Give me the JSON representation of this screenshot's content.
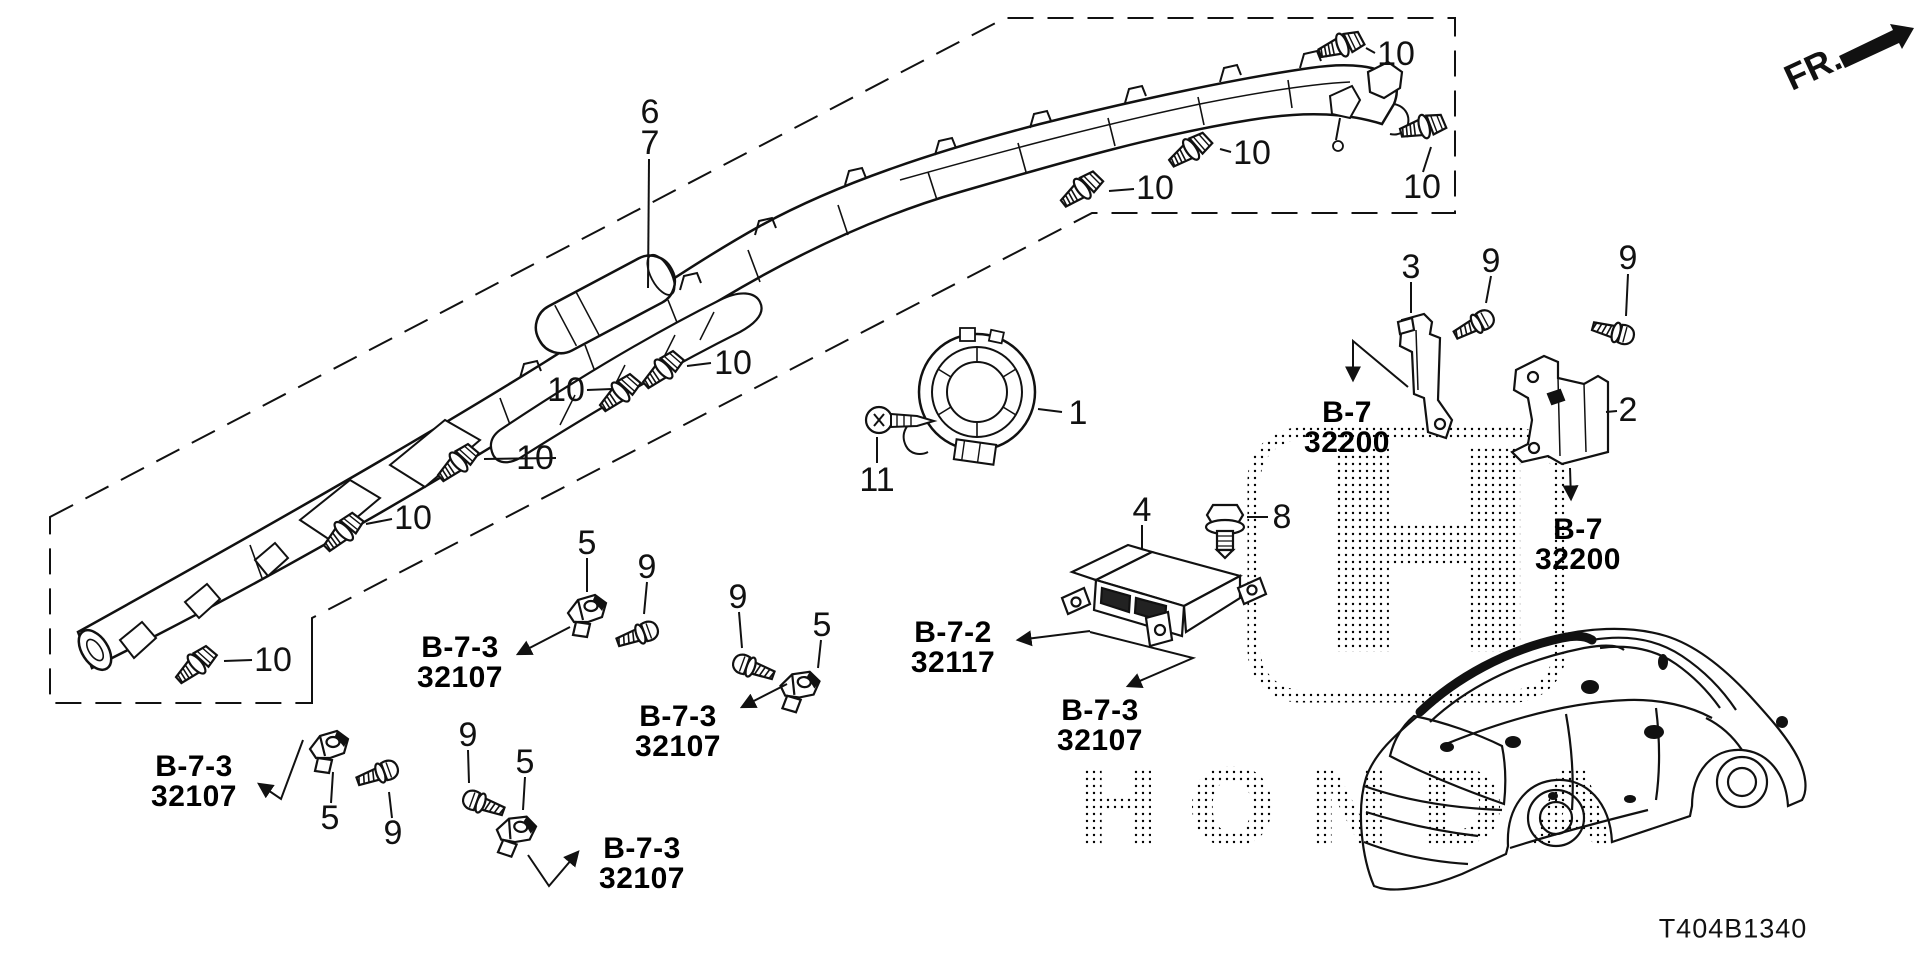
{
  "diagram": {
    "fr_indicator": "FR.",
    "diagram_code": "T404B1340",
    "watermark": {
      "logo_letter": "H",
      "wordmark": "HONDA"
    },
    "callouts": [
      {
        "n": "6"
      },
      {
        "n": "7"
      },
      {
        "n": "1"
      },
      {
        "n": "11"
      },
      {
        "n": "2"
      },
      {
        "n": "3"
      },
      {
        "n": "4"
      },
      {
        "n": "8"
      },
      {
        "n": "9"
      },
      {
        "n": "9"
      },
      {
        "n": "9"
      },
      {
        "n": "9"
      },
      {
        "n": "9"
      },
      {
        "n": "9"
      },
      {
        "n": "5"
      },
      {
        "n": "5"
      },
      {
        "n": "5"
      },
      {
        "n": "5"
      },
      {
        "n": "10"
      },
      {
        "n": "10"
      },
      {
        "n": "10"
      },
      {
        "n": "10"
      },
      {
        "n": "10"
      },
      {
        "n": "10"
      },
      {
        "n": "10"
      },
      {
        "n": "10"
      },
      {
        "n": "10"
      }
    ],
    "part_refs": [
      {
        "line1": "B-7",
        "line2": "32200"
      },
      {
        "line1": "B-7",
        "line2": "32200"
      },
      {
        "line1": "B-7-2",
        "line2": "32117"
      },
      {
        "line1": "B-7-3",
        "line2": "32107"
      },
      {
        "line1": "B-7-3",
        "line2": "32107"
      },
      {
        "line1": "B-7-3",
        "line2": "32107"
      },
      {
        "line1": "B-7-3",
        "line2": "32107"
      },
      {
        "line1": "B-7-3",
        "line2": "32107"
      }
    ]
  }
}
